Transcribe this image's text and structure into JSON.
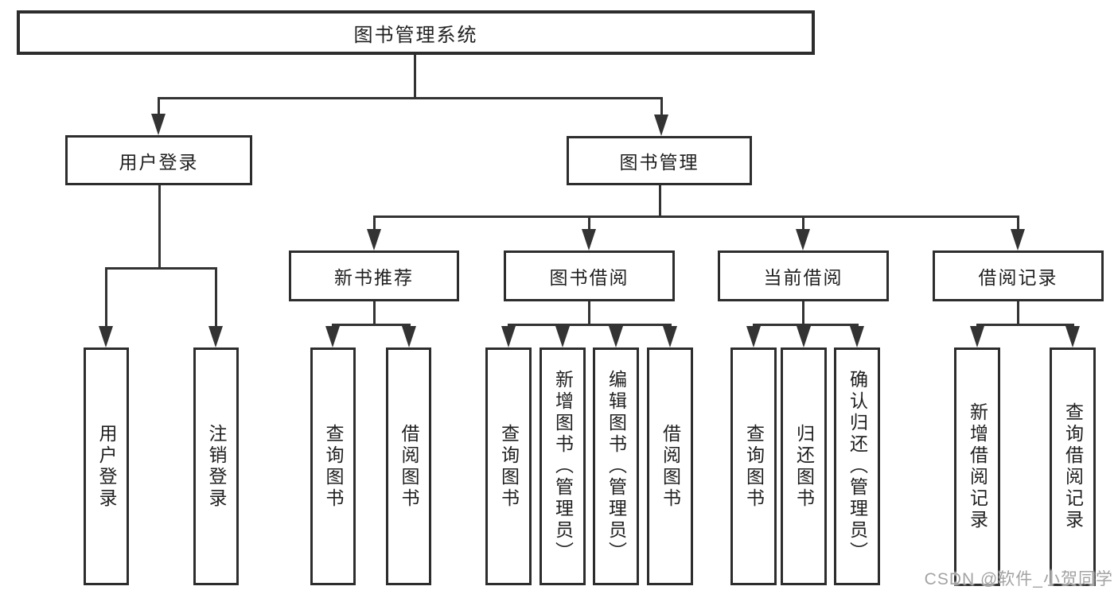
{
  "diagram_title": "图书管理系统",
  "tree": {
    "label": "图书管理系统",
    "children": [
      {
        "label": "用户登录",
        "children": [
          {
            "label": "用户登录"
          },
          {
            "label": "注销登录"
          }
        ]
      },
      {
        "label": "图书管理",
        "children": [
          {
            "label": "新书推荐",
            "children": [
              {
                "label": "查询图书"
              },
              {
                "label": "借阅图书"
              }
            ]
          },
          {
            "label": "图书借阅",
            "children": [
              {
                "label": "查询图书"
              },
              {
                "label": "新增图书（管理员）"
              },
              {
                "label": "编辑图书（管理员）"
              },
              {
                "label": "借阅图书"
              }
            ]
          },
          {
            "label": "当前借阅",
            "children": [
              {
                "label": "查询图书"
              },
              {
                "label": "归还图书"
              },
              {
                "label": "确认归还（管理员）"
              }
            ]
          },
          {
            "label": "借阅记录",
            "children": [
              {
                "label": "新增借阅记录"
              },
              {
                "label": "查询借阅记录"
              }
            ]
          }
        ]
      }
    ]
  },
  "watermark": {
    "text": "CSDN @软件_小贺同学"
  },
  "colors": {
    "line": "#333333",
    "box_border": "#2d2d2d",
    "text": "#1f1f1f",
    "watermark": "#a3a3a3",
    "background": "#ffffff"
  }
}
